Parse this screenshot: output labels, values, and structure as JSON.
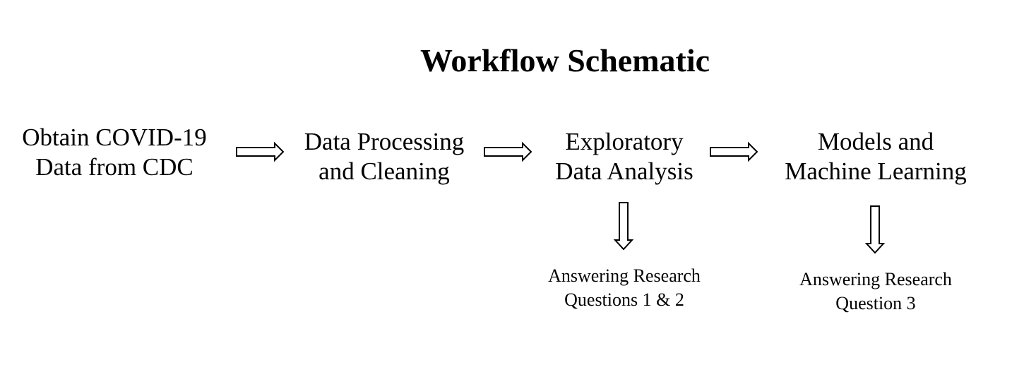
{
  "title": "Workflow Schematic",
  "steps": [
    {
      "line1": "Obtain COVID-19",
      "line2": "Data from CDC"
    },
    {
      "line1": "Data Processing",
      "line2": "and Cleaning"
    },
    {
      "line1": "Exploratory",
      "line2": "Data Analysis"
    },
    {
      "line1": "Models and",
      "line2": "Machine Learning"
    }
  ],
  "outcomes": [
    {
      "line1": "Answering Research",
      "line2": "Questions 1 & 2"
    },
    {
      "line1": "Answering Research",
      "line2": "Question 3"
    }
  ]
}
